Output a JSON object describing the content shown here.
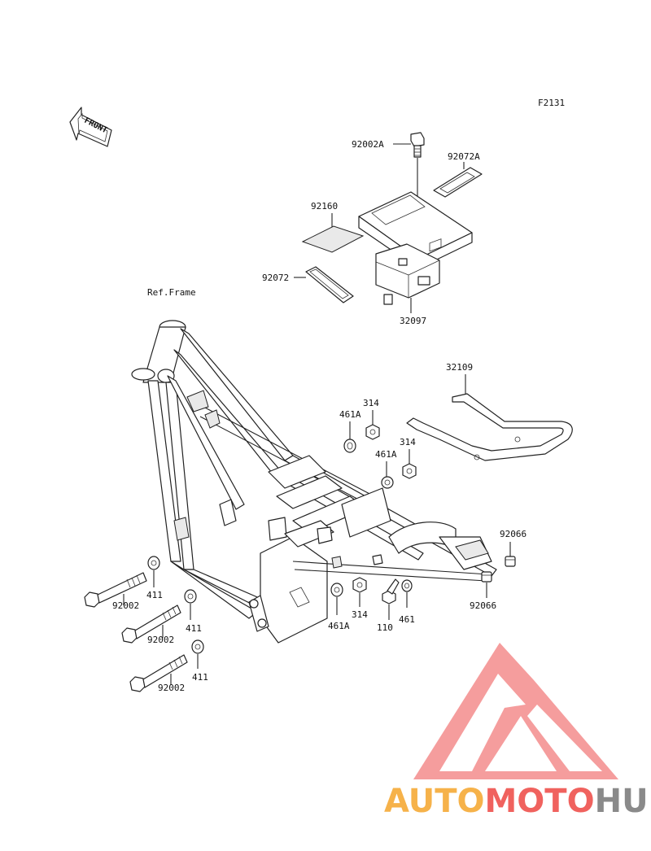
{
  "figure_code": "F2131",
  "front_label": "FRONT",
  "ref_frame": "Ref.Frame",
  "parts": {
    "bolt_top": "92002A",
    "strap_top": "92072A",
    "pad": "92160",
    "strap": "92072",
    "battery_case": "32097",
    "bracket": "32109",
    "collar_a1": "461A",
    "nut_a1": "314",
    "collar_a2": "461A",
    "nut_a2": "314",
    "cap_1": "92066",
    "cap_2": "92066",
    "bolt_1": "92002",
    "washer_1": "411",
    "bolt_2": "92002",
    "washer_2": "411",
    "bolt_3": "92002",
    "washer_3": "411",
    "collar_b": "461A",
    "nut_b": "314",
    "bolt_110": "110",
    "collar_461": "461"
  },
  "watermark": {
    "word_part1": "AUTO",
    "word_part2": "MOTO",
    "word_part3": "HUB",
    "color_orange": "#f6b24a",
    "color_red": "#f0625e",
    "color_gray": "#8a8a8a",
    "logo_color": "#f48d8d"
  }
}
